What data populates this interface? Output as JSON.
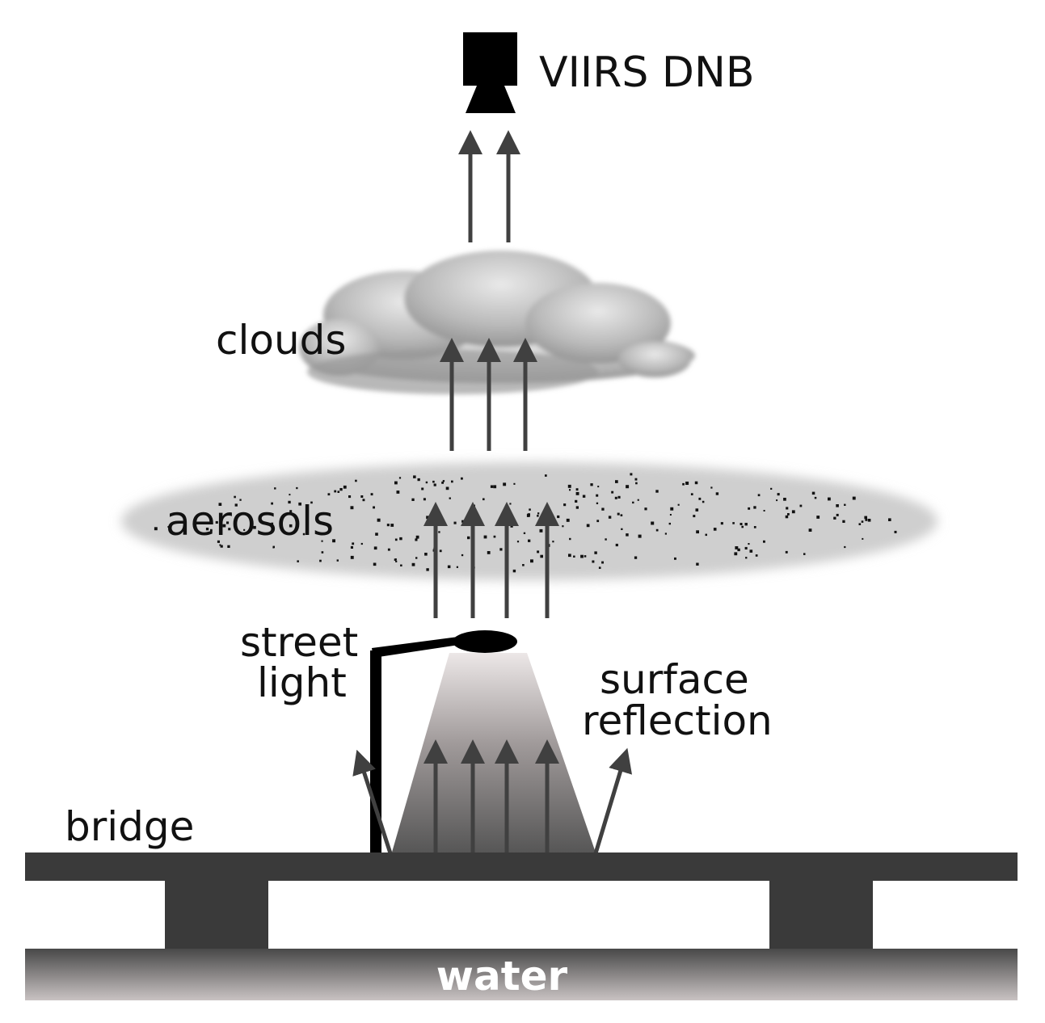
{
  "labels": {
    "sensor": "VIIRS DNB",
    "clouds": "clouds",
    "aerosols": "aerosols",
    "street_light_line1": "street",
    "street_light_line2": "light",
    "surface_reflection_line1": "surface",
    "surface_reflection_line2": "reflection",
    "bridge": "bridge",
    "water": "water"
  },
  "colors": {
    "background": "#ffffff",
    "bridge": "#3a3a3a",
    "arrow": "#404040",
    "lamp": "#000000",
    "water_top": "#4a4a4a",
    "water_bottom": "#c8c2c2",
    "water_text": "#ffffff",
    "aerosol_haze": "#cfcfcf",
    "cloud": "#b5b5b5",
    "light_cone_top": "#e6e0e0",
    "light_cone_bottom": "#555555"
  },
  "icons": {
    "sensor": "satellite-sensor-icon",
    "lamp": "street-lamp-icon"
  }
}
